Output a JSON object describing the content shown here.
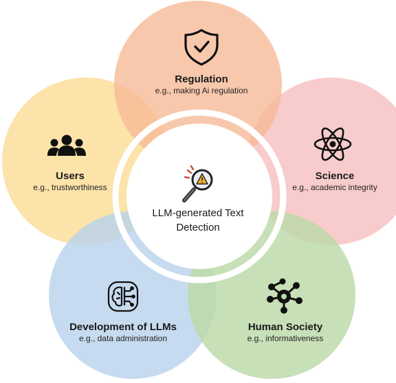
{
  "center": {
    "label": "LLM-generated Text Detection",
    "icon": "magnifier-warning-icon"
  },
  "petals": [
    {
      "id": "regulation",
      "title": "Regulation",
      "example": "e.g., making Ai regulation",
      "color": "#f6b896",
      "icon": "shield-check-icon"
    },
    {
      "id": "science",
      "title": "Science",
      "example": "e.g., academic integrity",
      "color": "#f7c3c3",
      "icon": "atom-icon"
    },
    {
      "id": "human-society",
      "title": "Human Society",
      "example": "e.g., informativeness",
      "color": "#bcd9a8",
      "icon": "network-hub-icon"
    },
    {
      "id": "development",
      "title": "Development of LLMs",
      "example": "e.g., data administration",
      "color": "#b9d3ec",
      "icon": "brain-circuit-icon"
    },
    {
      "id": "users",
      "title": "Users",
      "example": "e.g., trustworthiness",
      "color": "#fbde9a",
      "icon": "users-group-icon"
    }
  ]
}
